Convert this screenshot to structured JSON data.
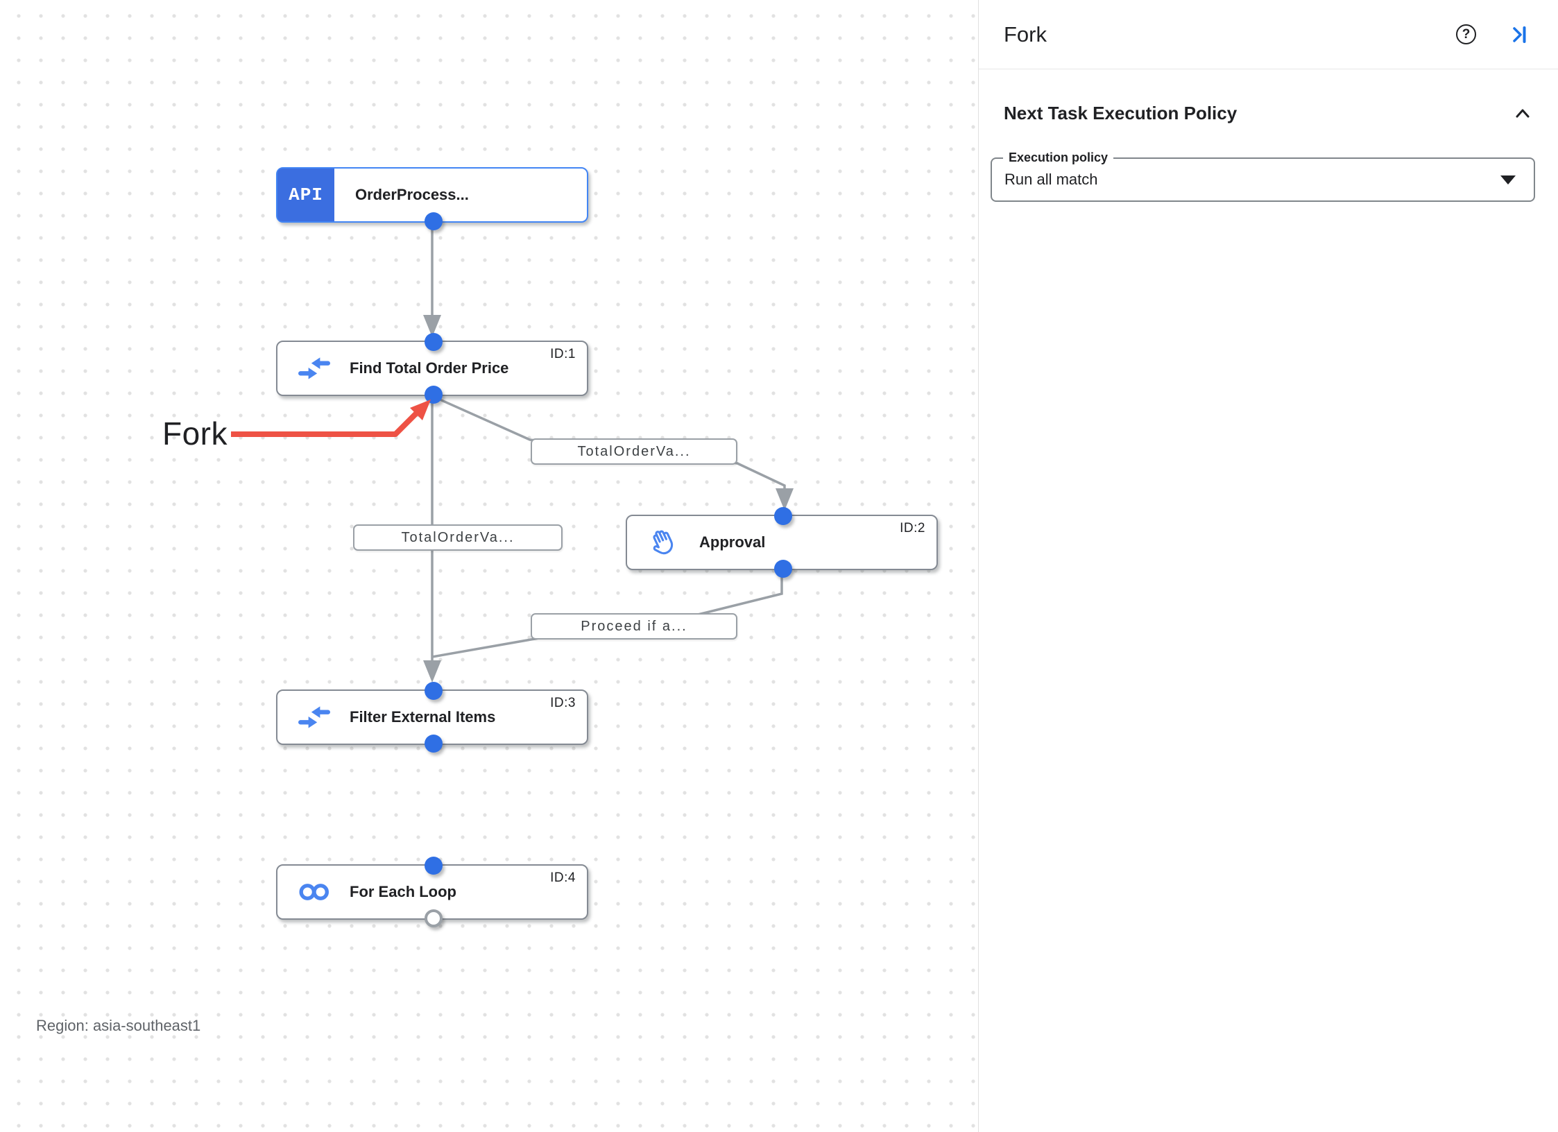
{
  "canvas": {
    "region_label": "Region: asia-southeast1",
    "annotation": {
      "label": "Fork"
    },
    "nodes": [
      {
        "label": "OrderProcess...",
        "id_label": "",
        "badge_text": "API",
        "icon": "api-trigger-icon"
      },
      {
        "label": "Find Total Order Price",
        "id_label": "ID:1",
        "icon": "data-mapping-icon"
      },
      {
        "label": "Approval",
        "id_label": "ID:2",
        "icon": "approval-hand-icon"
      },
      {
        "label": "Filter External Items",
        "id_label": "ID:3",
        "icon": "data-mapping-icon"
      },
      {
        "label": "For Each Loop",
        "id_label": "ID:4",
        "icon": "loop-icon"
      }
    ],
    "edge_labels": [
      "TotalOrderVa...",
      "TotalOrderVa...",
      "Proceed if a..."
    ]
  },
  "panel": {
    "title": "Fork",
    "section": {
      "heading": "Next Task Execution Policy",
      "field_label": "Execution policy",
      "field_value": "Run all match"
    }
  },
  "colors": {
    "accent_blue": "#1a73e8",
    "port_blue": "#2f6fe4",
    "icon_blue": "#4a85f0",
    "edge_gray": "#9aa0a6",
    "annotation_red": "#ee5245",
    "trigger_badge_blue": "#3b6ee0"
  }
}
